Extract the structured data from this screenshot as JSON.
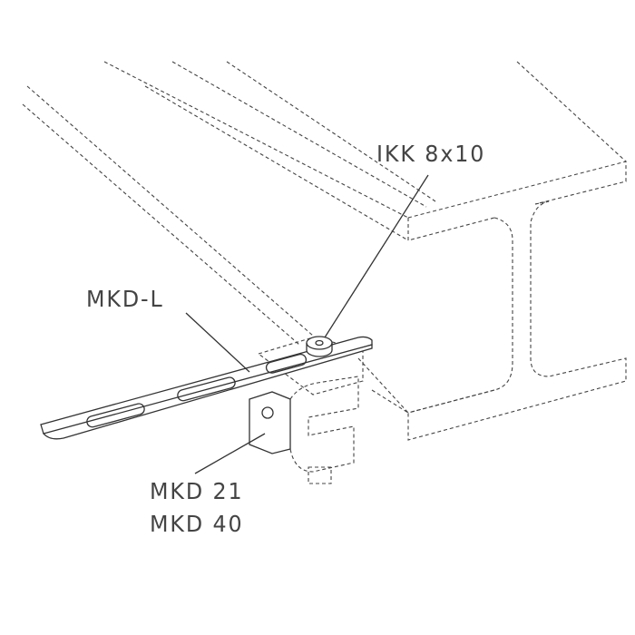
{
  "labels": {
    "screw": "IKK 8x10",
    "rail": "MKD-L",
    "clamp_1": "MKD 21",
    "clamp_2": "MKD 40"
  }
}
